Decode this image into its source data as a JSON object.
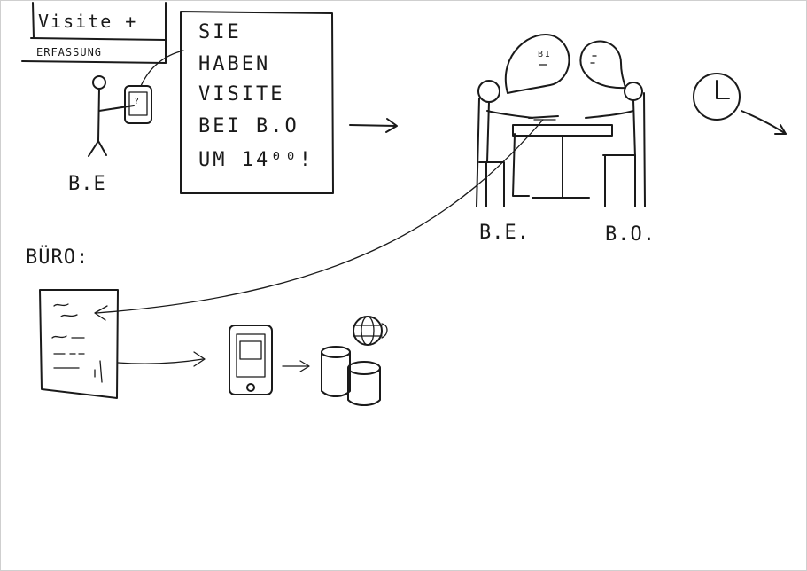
{
  "sketch": {
    "title_box": {
      "line1": "Visite +",
      "line2": "ERFASSUNG"
    },
    "message_note": {
      "lines": [
        "SIE",
        "HABEN",
        "VISITE",
        "BEI B.O",
        "UM 14⁰⁰!"
      ]
    },
    "person_label": "B.E",
    "office_label": "BÜRO:",
    "meeting": {
      "left_label": "B.E.",
      "right_label": "B.O.",
      "bubble_text": "BI"
    },
    "colors": {
      "ink": "#1a1a1a",
      "paper": "#ffffff",
      "frame": "#cfcfcf"
    },
    "icons": [
      "person-icon",
      "phone-icon",
      "clock-icon",
      "database-icon",
      "globe-icon",
      "document-icon",
      "table-icon"
    ]
  }
}
